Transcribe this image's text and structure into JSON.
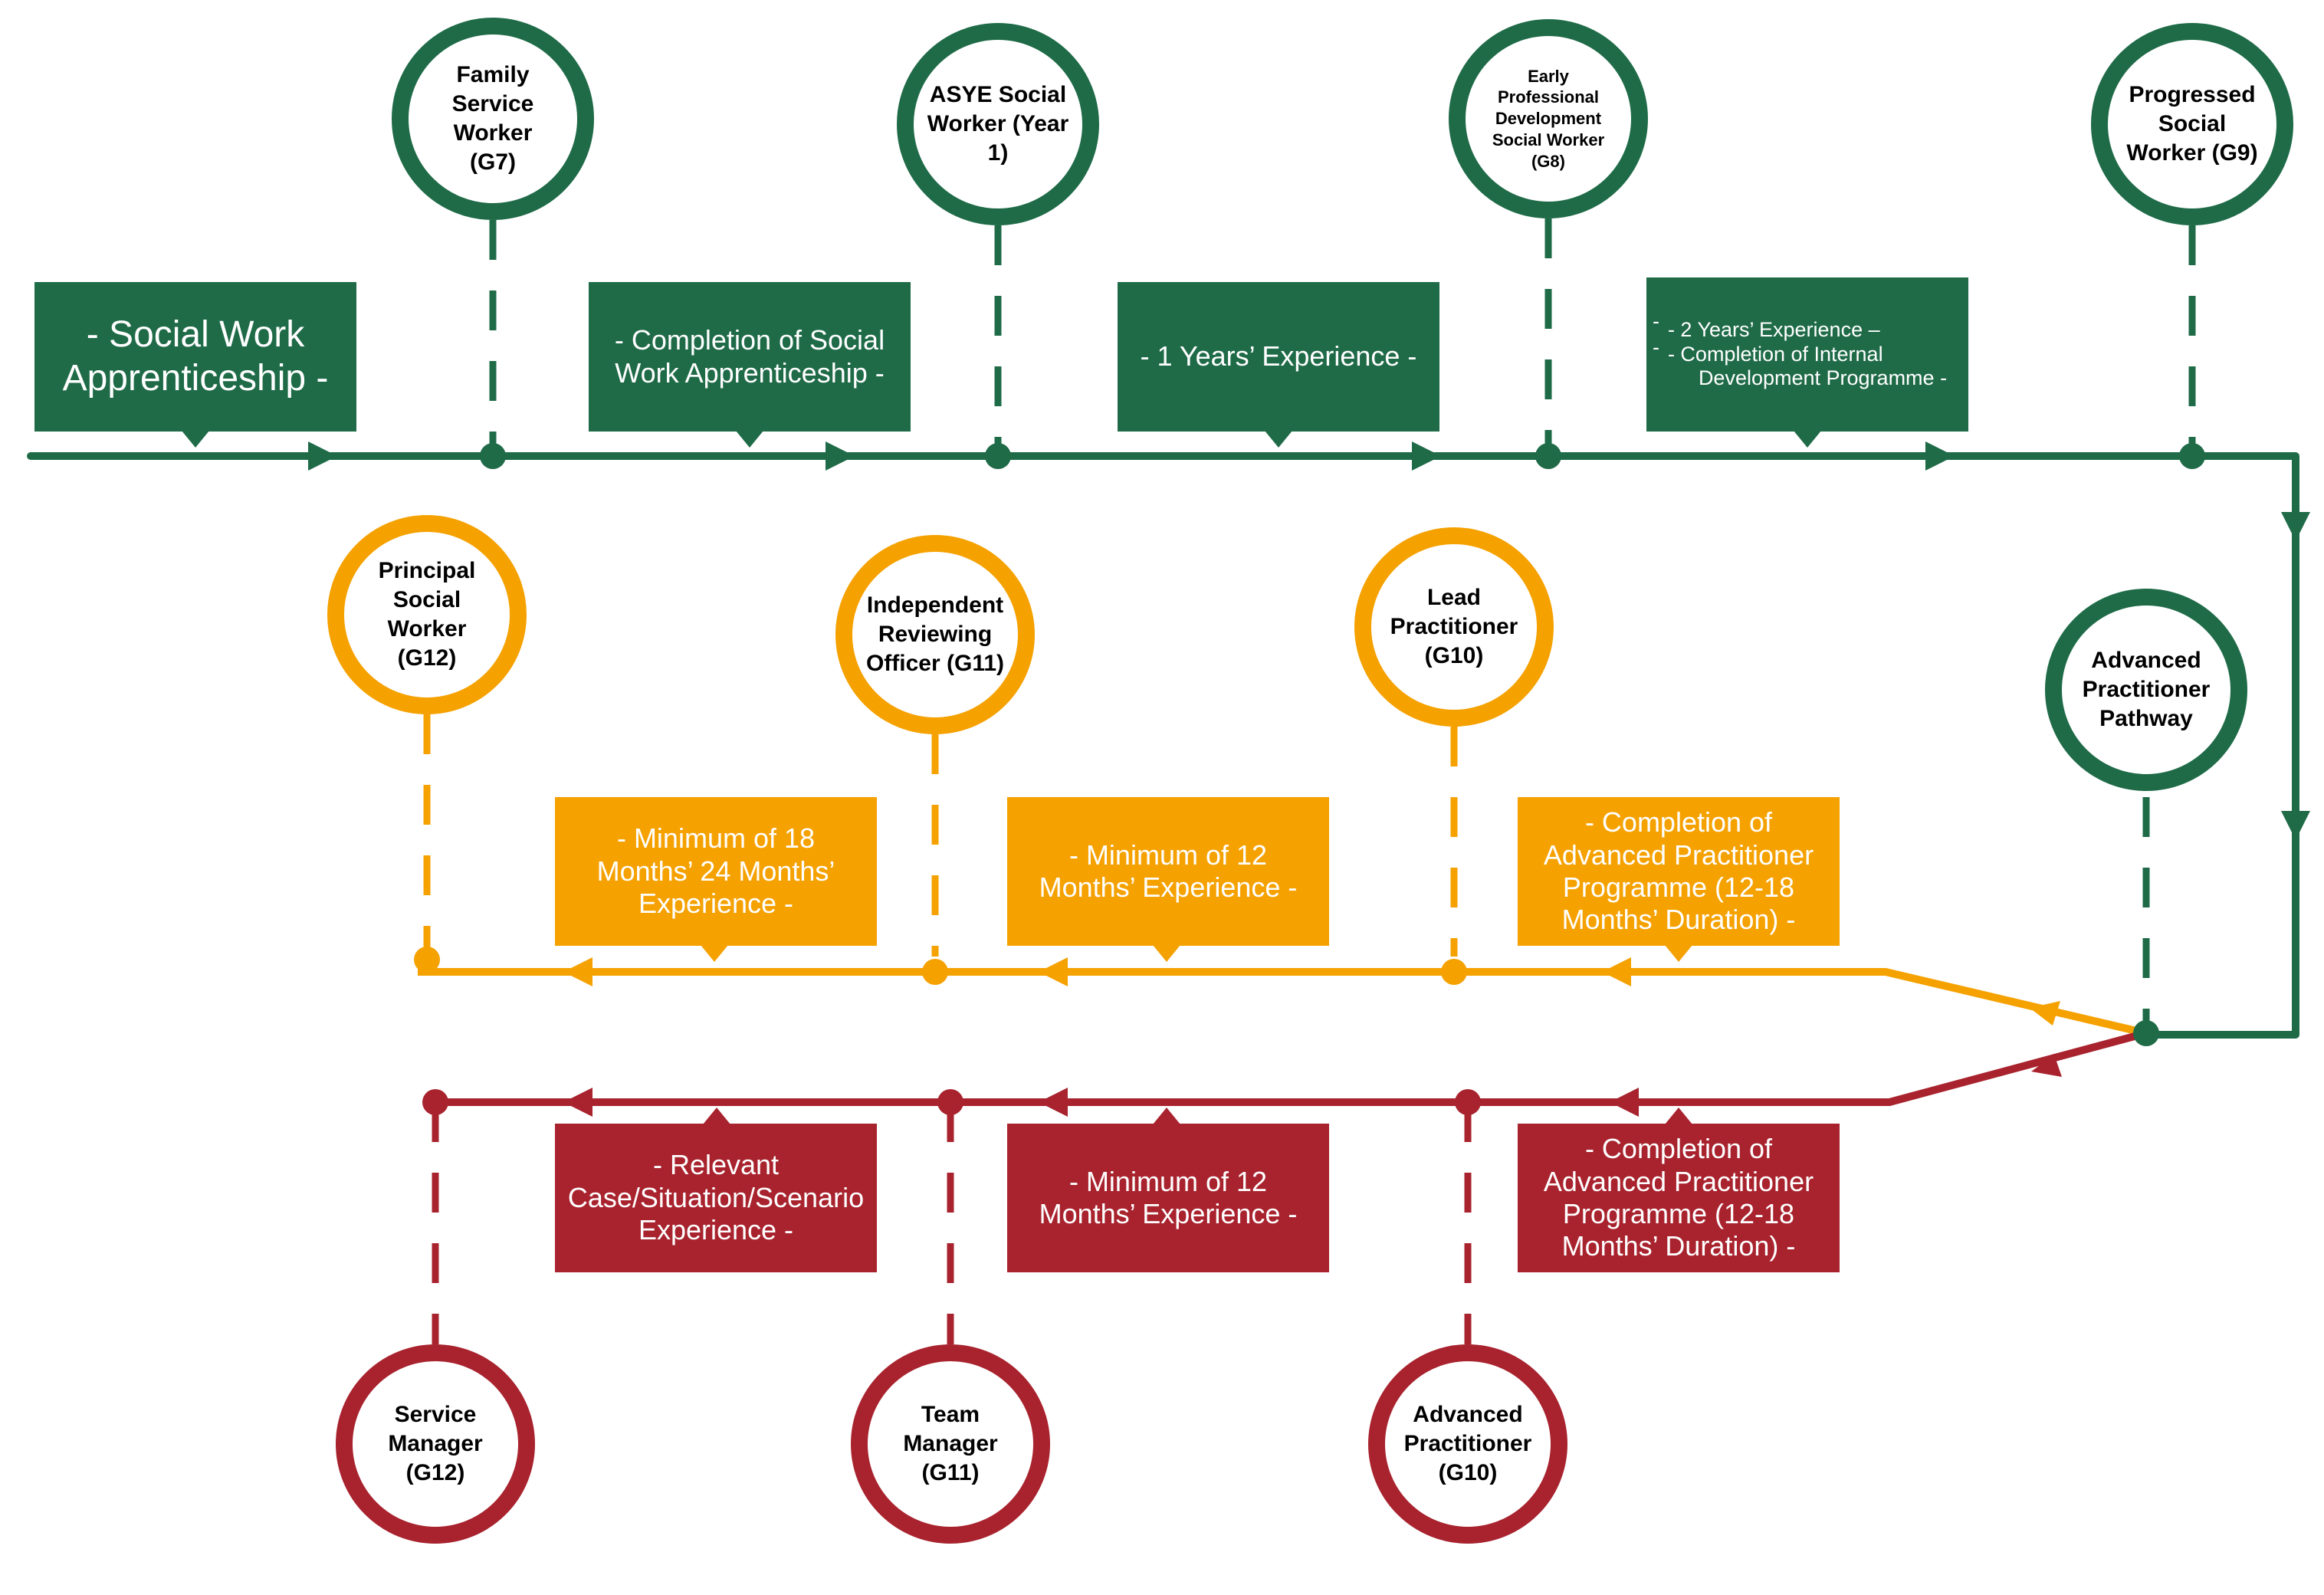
{
  "colors": {
    "green": "#1f6b48",
    "orange": "#f5a100",
    "red": "#a8232e"
  },
  "green_path": {
    "nodes": [
      {
        "id": "family-service-worker",
        "label": "Family\nService\nWorker\n(G7)"
      },
      {
        "id": "asye-social-worker",
        "label": "ASYE Social\nWorker (Year\n1)"
      },
      {
        "id": "early-professional-development",
        "label": "Early\nProfessional\nDevelopment\nSocial Worker\n(G8)"
      },
      {
        "id": "progressed-social-worker",
        "label": "Progressed\nSocial\nWorker (G9)"
      },
      {
        "id": "advanced-practitioner-pathway",
        "label": "Advanced\nPractitioner\nPathway"
      }
    ],
    "boxes": [
      {
        "id": "social-work-apprenticeship",
        "text": "- Social Work\nApprenticeship -"
      },
      {
        "id": "completion-of-apprenticeship",
        "text": "- Completion of Social\nWork Apprenticeship -"
      },
      {
        "id": "one-years-experience",
        "text": "- 1 Years’ Experience -"
      },
      {
        "id": "two-years-experience",
        "lines": [
          "- 2 Years’ Experience –",
          "- Completion of Internal",
          "Development Programme -"
        ]
      }
    ]
  },
  "orange_path": {
    "nodes": [
      {
        "id": "principal-social-worker",
        "label": "Principal\nSocial\nWorker\n(G12)"
      },
      {
        "id": "independent-reviewing-officer",
        "label": "Independent\nReviewing\nOfficer (G11)"
      },
      {
        "id": "lead-practitioner",
        "label": "Lead\nPractitioner\n(G10)"
      }
    ],
    "boxes": [
      {
        "id": "orange-18-months",
        "text": "- Minimum of 18\nMonths’ 24 Months’\nExperience -"
      },
      {
        "id": "orange-12-months",
        "text": "- Minimum of 12\nMonths’ Experience -"
      },
      {
        "id": "orange-ap-programme",
        "text": "- Completion of\nAdvanced Practitioner\nProgramme (12-18\nMonths’ Duration) -"
      }
    ]
  },
  "red_path": {
    "nodes": [
      {
        "id": "service-manager",
        "label": "Service\nManager\n(G12)"
      },
      {
        "id": "team-manager",
        "label": "Team\nManager\n(G11)"
      },
      {
        "id": "advanced-practitioner",
        "label": "Advanced\nPractitioner\n(G10)"
      }
    ],
    "boxes": [
      {
        "id": "red-relevant-experience",
        "text": "- Relevant\nCase/Situation/Scenario\nExperience -"
      },
      {
        "id": "red-12-months",
        "text": "- Minimum of 12\nMonths’ Experience -"
      },
      {
        "id": "red-ap-programme",
        "text": "- Completion of\nAdvanced Practitioner\nProgramme (12-18\nMonths’ Duration) -"
      }
    ]
  }
}
